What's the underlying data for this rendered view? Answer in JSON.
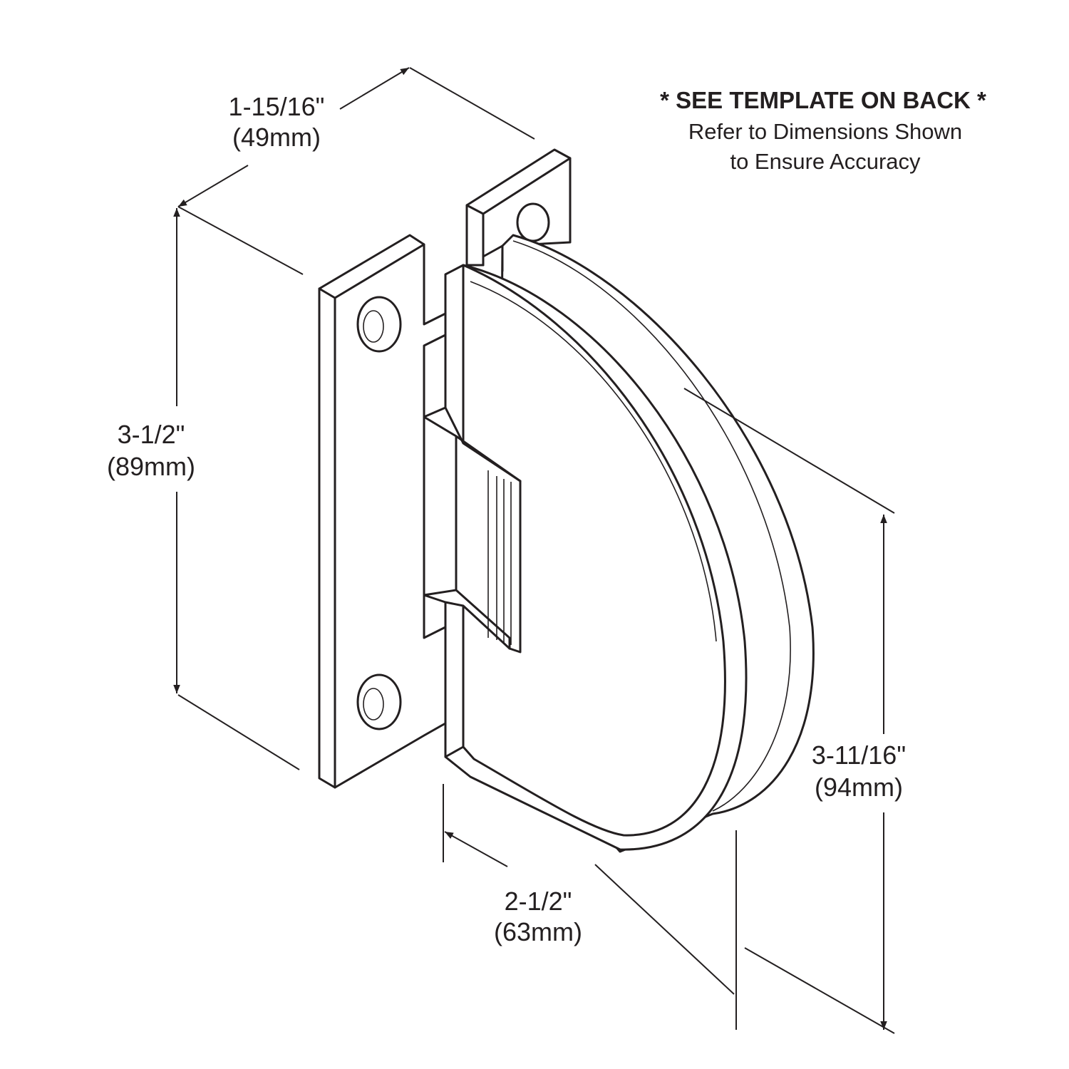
{
  "note": {
    "heading": "* SEE TEMPLATE ON BACK *",
    "line1": "Refer to Dimensions Shown",
    "line2": "to Ensure Accuracy"
  },
  "dimensions": {
    "depth": {
      "imperial": "1-15/16\"",
      "metric": "(49mm)"
    },
    "plate_height": {
      "imperial": "3-1/2\"",
      "metric": "(89mm)"
    },
    "width": {
      "imperial": "2-1/2\"",
      "metric": "(63mm)"
    },
    "body_height": {
      "imperial": "3-11/16\"",
      "metric": "(94mm)"
    }
  },
  "colors": {
    "line": "#231f20",
    "background": "#ffffff"
  }
}
